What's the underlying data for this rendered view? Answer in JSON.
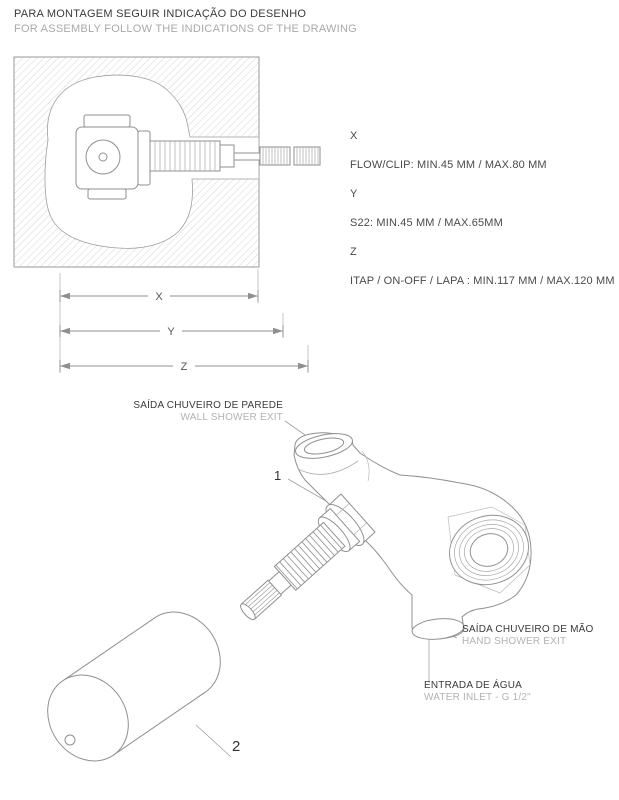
{
  "page": {
    "heading_pt": "PARA MONTAGEM SEGUIR INDICAÇÃO DO DESENHO",
    "heading_en": "FOR ASSEMBLY FOLLOW THE INDICATIONS OF THE DRAWING"
  },
  "dimension_table": {
    "rows": [
      {
        "letter": "X",
        "spec": "FLOW/CLIP: MIN.45 MM / MAX.80 MM"
      },
      {
        "letter": "Y",
        "spec": "S22: MIN.45 MM / MAX.65MM"
      },
      {
        "letter": "Z",
        "spec": "ITAP / ON-OFF / LAPA : MIN.117 MM / MAX.120 MM"
      }
    ]
  },
  "section_drawing": {
    "dim_x": "X",
    "dim_y": "Y",
    "dim_z": "Z"
  },
  "exploded_view": {
    "wall_exit_pt": "SAÍDA CHUVEIRO DE PAREDE",
    "wall_exit_en": "WALL SHOWER EXIT",
    "hand_exit_pt": "SAÍDA CHUVEIRO DE MÃO",
    "hand_exit_en": "HAND SHOWER EXIT",
    "inlet_pt": "ENTRADA DE ÁGUA",
    "inlet_en": "WATER INLET - G 1/2\"",
    "part_1": "1",
    "part_2": "2"
  },
  "colors": {
    "ink": "#3a3a3a",
    "muted": "#a9a9a9",
    "line": "#8f8f8f"
  }
}
